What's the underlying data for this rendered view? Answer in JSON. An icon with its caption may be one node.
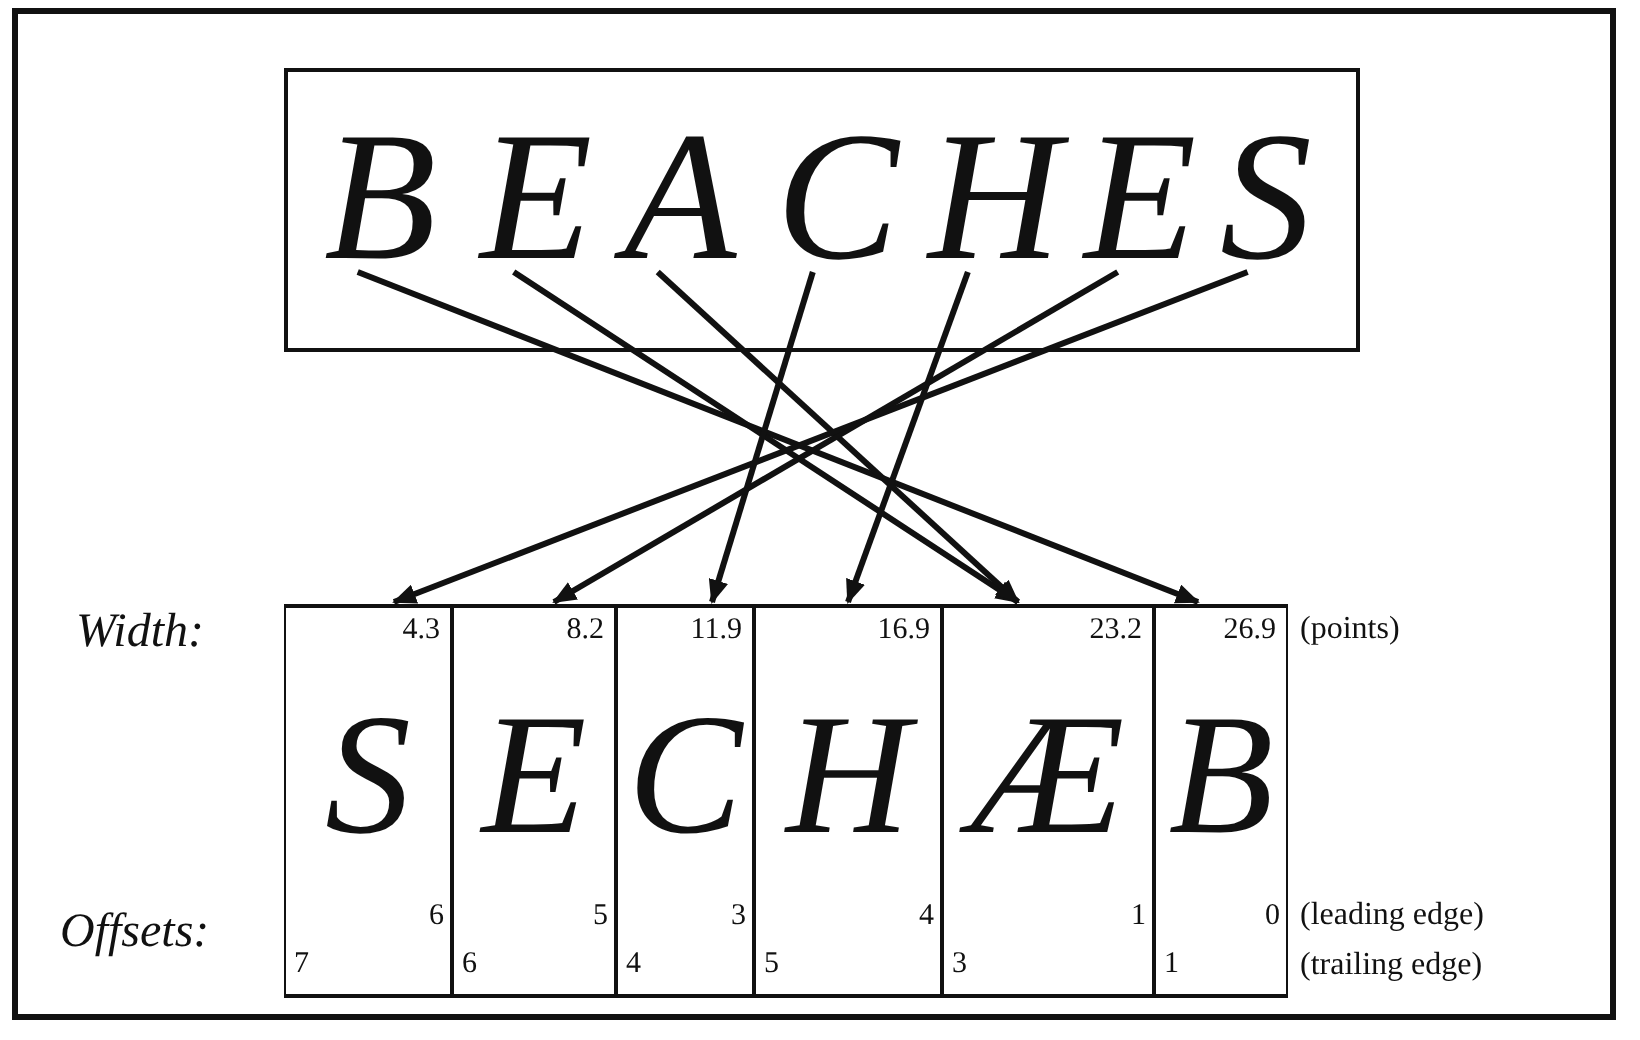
{
  "diagram": {
    "nodes": [
      {
        "text": [],
        "shape": "box"
      },
      {
        "text": [
          "B"
        ],
        "in": 0
      },
      {
        "text": [
          "E"
        ],
        "in": 0
      },
      {
        "text": [
          "A"
        ],
        "in": 0
      },
      {
        "text": [
          "C"
        ],
        "in": 0
      },
      {
        "text": [
          "H"
        ],
        "in": 0
      },
      {
        "text": [
          "E"
        ],
        "in": 0
      },
      {
        "text": [
          "S"
        ],
        "in": 0
      },
      {
        "text": [
          "4.3",
          "S",
          "6",
          "7"
        ]
      },
      {
        "text": [
          "8.2",
          "E",
          "5",
          "6"
        ]
      },
      {
        "text": [
          "11.9",
          "C",
          "3",
          "4"
        ]
      },
      {
        "text": [
          "16.9",
          "H",
          "4",
          "5"
        ]
      },
      {
        "text": [
          "23.2",
          "Æ",
          "1",
          "3"
        ]
      },
      {
        "text": [
          "26.9",
          "B",
          "0",
          "1"
        ]
      }
    ],
    "edges": [
      {
        "from": 1,
        "to": 13,
        "arrow": "to"
      },
      {
        "from": 2,
        "to": 12,
        "arrow": "to"
      },
      {
        "from": 3,
        "to": 12,
        "arrow": "to"
      },
      {
        "from": 4,
        "to": 10,
        "arrow": "to"
      },
      {
        "from": 5,
        "to": 11,
        "arrow": "to"
      },
      {
        "from": 6,
        "to": 9,
        "arrow": "to"
      },
      {
        "from": 7,
        "to": 8,
        "arrow": "to"
      }
    ],
    "labels": [
      "Width:",
      "(points)",
      "Offsets:",
      "(leading edge)",
      "(trailing edge)"
    ]
  }
}
